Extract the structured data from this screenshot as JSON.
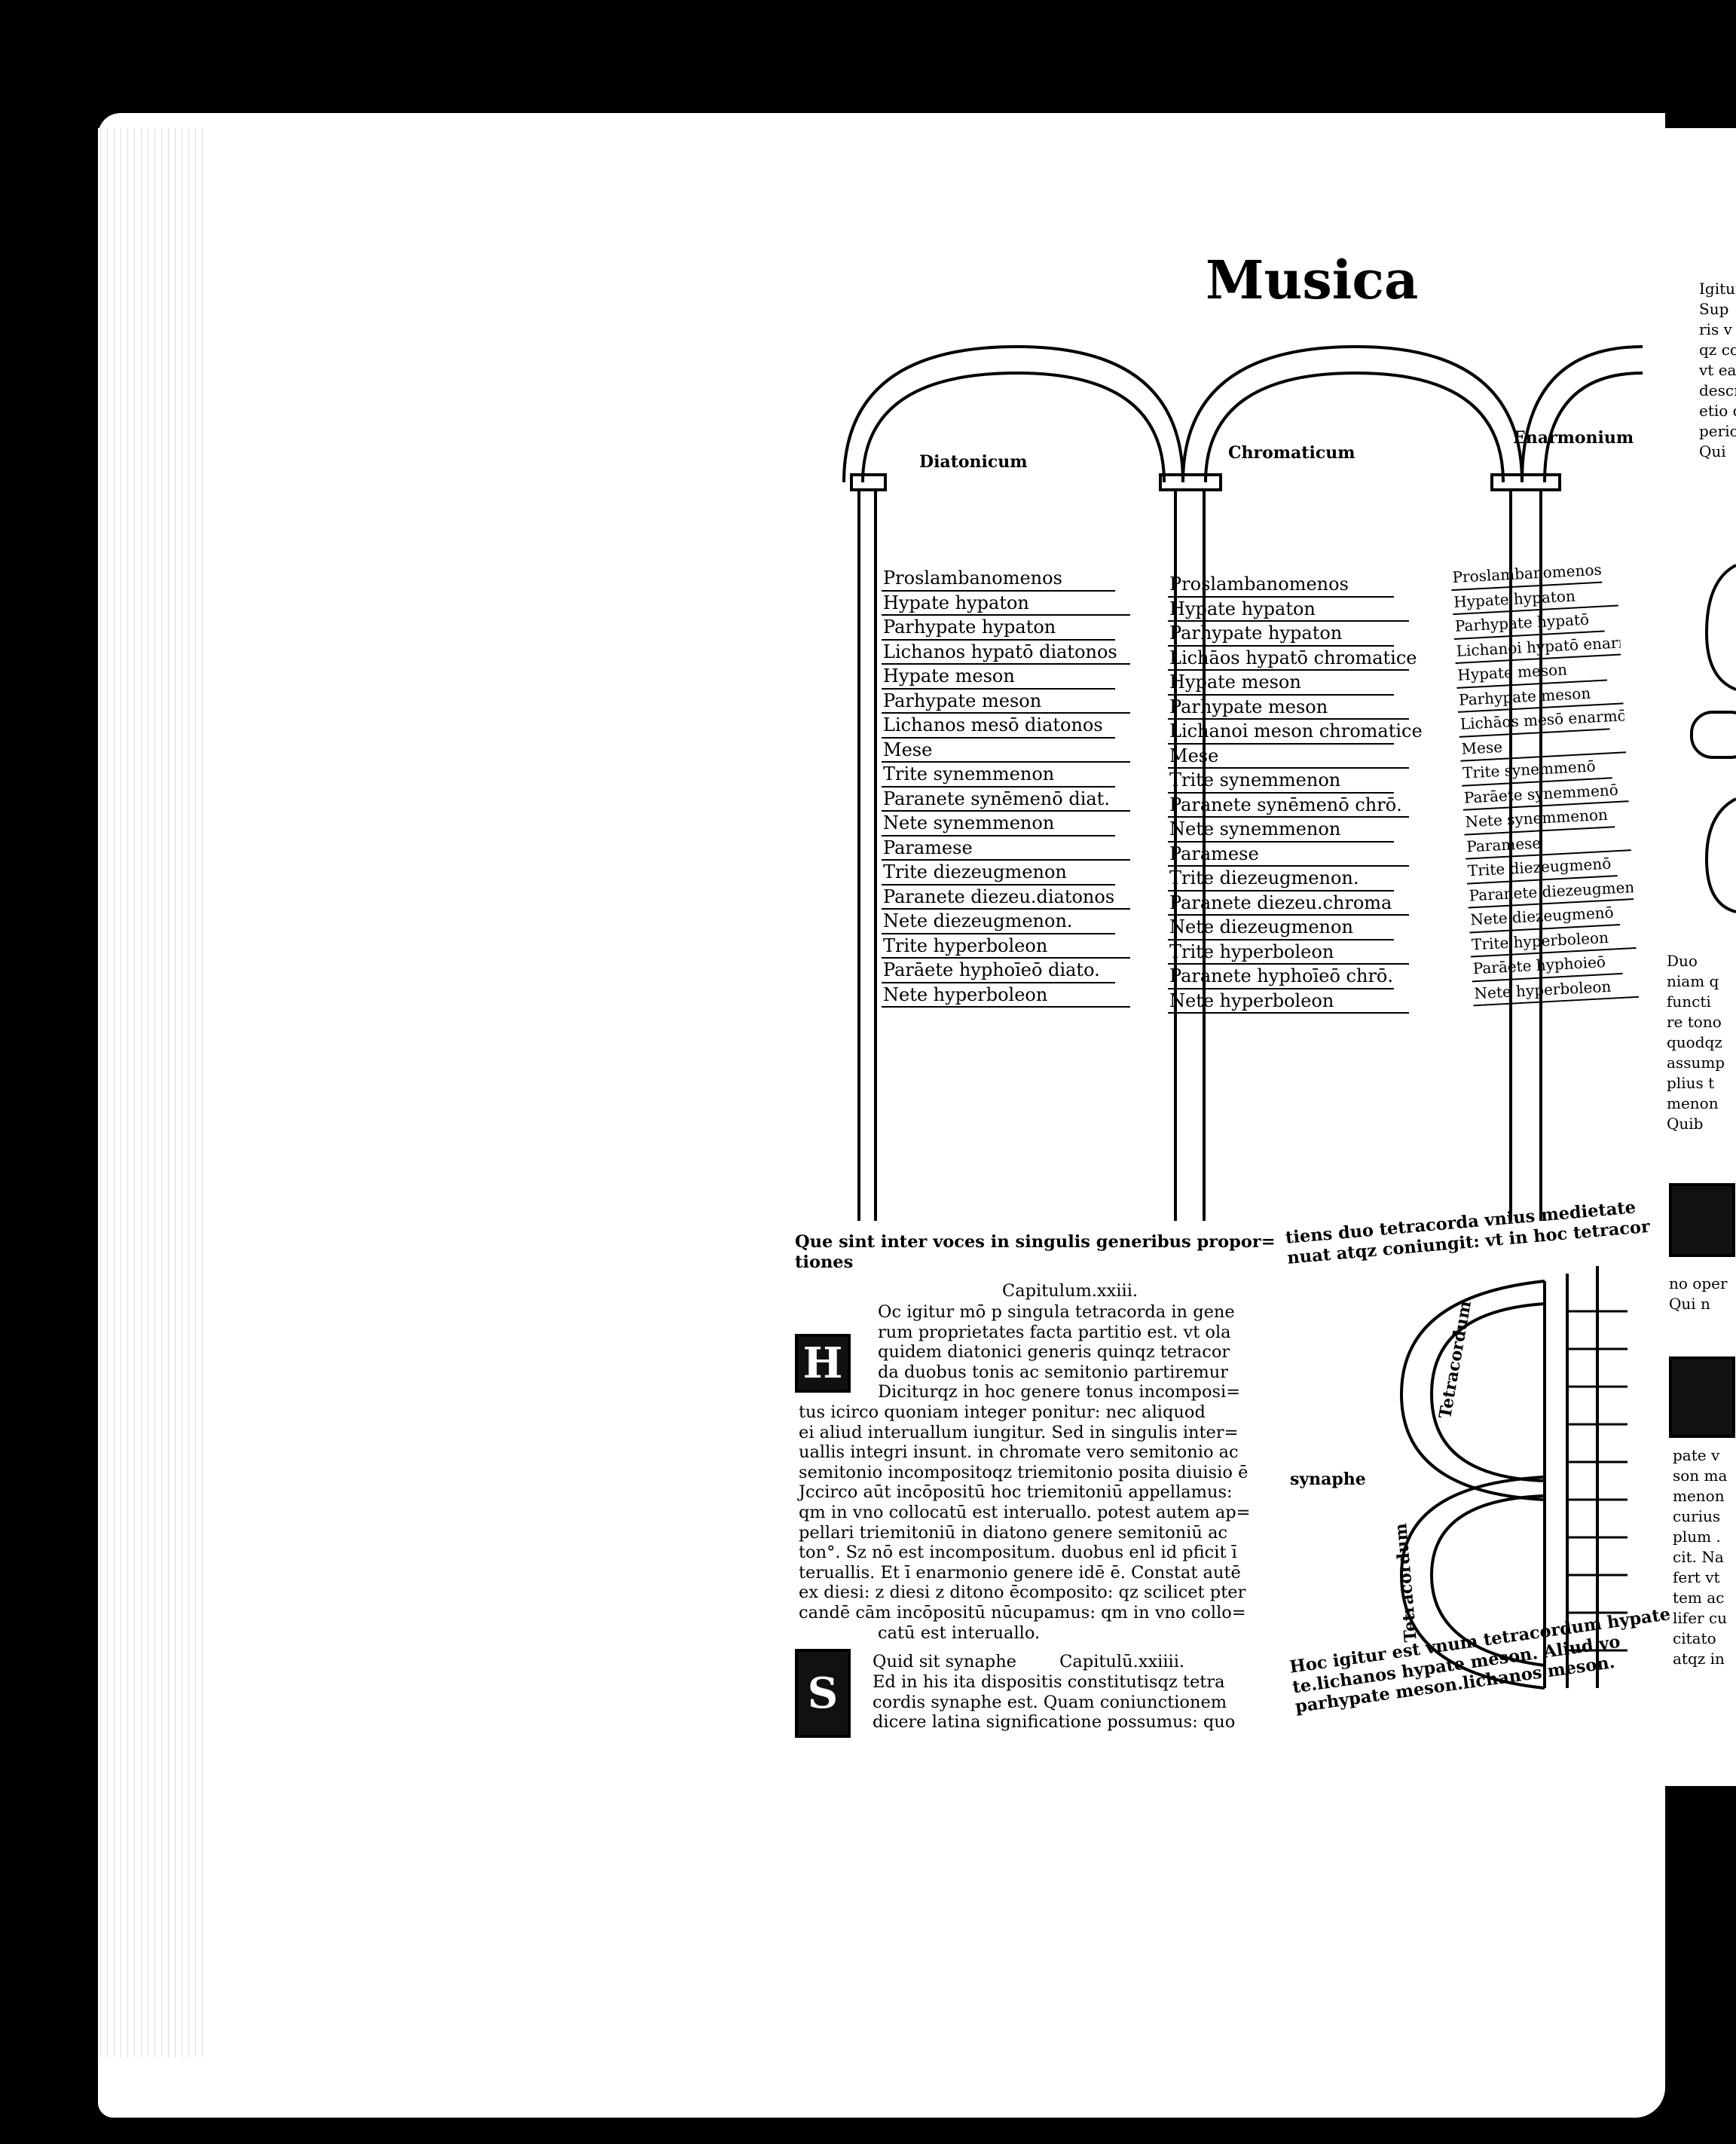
{
  "page_title": "Musica",
  "columns": [
    {
      "heading": "Diatonicum",
      "notes": [
        "Proslambanomenos",
        "Hypate hypaton",
        "Parhypate hypaton",
        "Lichanos hypatō diatonos",
        "Hypate meson",
        "Parhypate meson",
        "Lichanos mesō diatonos",
        "Mese",
        "Trite synemmenon",
        "Paranete synēmenō diat.",
        "Nete synemmenon",
        "Paramese",
        "Trite diezeugmenon",
        "Paranete diezeu.diatonos",
        "Nete diezeugmenon.",
        "Trite hyperboleon",
        "Parāete hyphoīeō diato.",
        "Nete hyperboleon"
      ]
    },
    {
      "heading": "Chromaticum",
      "notes": [
        "Proslambanomenos",
        "Hypate hypaton",
        "Parhypate hypaton",
        "Lichāos hypatō chromatice",
        "Hypate meson",
        "Parhypate meson",
        "Lichanoi meson chromatice",
        "Mese",
        "Trite synemmenon",
        "Paranete synēmenō chrō.",
        "Nete synemmenon",
        "Paramese",
        "Trite diezeugmenon.",
        "Paranete diezeu.chroma",
        "Nete diezeugmenon",
        "Trite hyperboleon",
        "Paranete hyphoīeō chrō.",
        "Nete hyperboleon"
      ]
    },
    {
      "heading": "Enarmonium",
      "notes": [
        "Proslambanomenos",
        "Hypate hypaton",
        "Parhypate hypatō",
        "Lichanoi hypatō enarmō",
        "Hypate meson",
        "Parhypate meson",
        "Lichāos mesō enarmō",
        "Mese",
        "Trite synemmenō",
        "Parāete synemmenō",
        "Nete synemmenon",
        "Paramese",
        "Trite diezeugmenō",
        "Paranete diezeugmenō",
        "Nete diezeugmenō",
        "Trite hyperboleon",
        "Parāete hyphoieō",
        "Nete hyperboleon"
      ]
    }
  ],
  "main_text": {
    "heading_line1": "Que sint inter voces in singulis generibus propor=",
    "heading_line2": "tiones",
    "chapter": "Capitulum.xxiii.",
    "initial1": "H",
    "body1": [
      "Oc igitur mō p singula tetracorda in gene",
      "rum proprietates facta partitio est. vt ola",
      "quidem diatonici generis quinqz tetracor",
      "da duobus tonis ac semitonio partiremur",
      "Diciturqz in hoc genere tonus incomposi=",
      "tus icirco quoniam integer ponitur: nec aliquod",
      "ei aliud interuallum iungitur. Sed in singulis inter=",
      "uallis integri insunt. in chromate vero semitonio ac",
      "semitonio incompositoqz triemitonio posita diuisio ē",
      "Jccirco aūt incōpositū hoc triemitoniū appellamus:",
      "qm in vno collocatū est interuallo. potest autem ap=",
      "pellari triemitoniū in diatono genere semitoniū ac",
      "ton°. Sz nō est incompositum. duobus enl id pficit ī",
      "teruallis. Et ī enarmonio genere idē ē. Constat autē",
      "ex diesi: z diesi z ditono ēcomposito: qz scilicet pter",
      "candē cām incōpositū nūcupamus: qm in vno collo=",
      "catū est interuallo."
    ],
    "initial2": "S",
    "subheading": "Quid sit synaphe",
    "chapter2": "Capitulū.xxiiii.",
    "body2": [
      "Ed in his ita dispositis constitutisqz tetra",
      "cordis synaphe est. Quam coniunctionem",
      "dicere latina significatione possumus: quo"
    ]
  },
  "diagram": {
    "intro_line1": "tiens duo tetracorda vnius medietate",
    "intro_line2": "nuat atqz coniungit: vt in hoc tetracor",
    "label": "synaphe",
    "arc_label": "Tetracordum",
    "after_line1": "Hoc igitur est vnum tetracordum hypate",
    "after_line2": "te.lichanos hypate meson. Aliud vo",
    "after_line3": "parhypate meson.lichanos meson."
  },
  "right_fragments": {
    "top": [
      "Igitur",
      "Sup",
      "ris v",
      "qz co",
      "vt ea",
      "descr",
      "etio d",
      "perio",
      "Qui"
    ],
    "mid": [
      "Duo",
      "niam q",
      "functi",
      "re tono",
      "quodqz",
      "assump",
      "plius t",
      "menon",
      "Quib"
    ],
    "low1": [
      "no oper",
      "Qui n"
    ],
    "low2": [
      "pate v",
      "son ma",
      "menon",
      "curius",
      "plum .",
      "cit. Na",
      "fert vt",
      "tem ac",
      "lifer cu",
      "citato",
      "atqz in"
    ]
  }
}
